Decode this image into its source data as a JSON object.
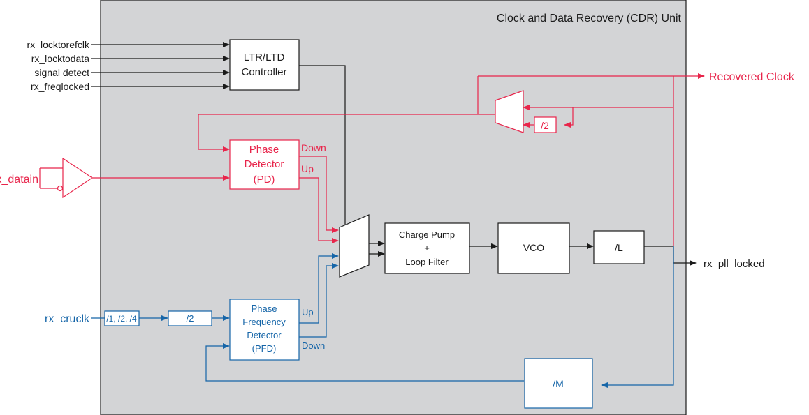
{
  "diagram": {
    "title": "Clock and Data Recovery (CDR) Unit",
    "colors": {
      "background_panel": "#d3d4d6",
      "black": "#1a1a1a",
      "red": "#e8254b",
      "blue": "#1565a8"
    },
    "inputs": {
      "rx_locktorefclk": "rx_locktorefclk",
      "rx_locktodata": "rx_locktodata",
      "signal_detect": "signal detect",
      "rx_freqlocked": "rx_freqlocked",
      "rx_datain": "rx_datain",
      "rx_cruclk": "rx_cruclk"
    },
    "outputs": {
      "recovered_clock": "Recovered Clock",
      "rx_pll_locked": "rx_pll_locked"
    },
    "blocks": {
      "ltr_ltd": {
        "line1": "LTR/LTD",
        "line2": "Controller"
      },
      "pd": {
        "line1": "Phase",
        "line2": "Detector",
        "line3": "(PD)",
        "down": "Down",
        "up": "Up"
      },
      "pfd": {
        "line1": "Phase",
        "line2": "Frequency",
        "line3": "Detector",
        "line4": "(PFD)",
        "up": "Up",
        "down": "Down"
      },
      "charge_pump": {
        "line1": "Charge Pump",
        "line2": "+",
        "line3": "Loop Filter"
      },
      "vco": {
        "label": "VCO"
      },
      "div_l": {
        "label": "/L"
      },
      "div_m": {
        "label": "/M"
      },
      "div_2_top": {
        "label": "/2"
      },
      "prescaler": {
        "label": "/1, /2, /4"
      },
      "div_2_bottom": {
        "label": "/2"
      }
    }
  }
}
